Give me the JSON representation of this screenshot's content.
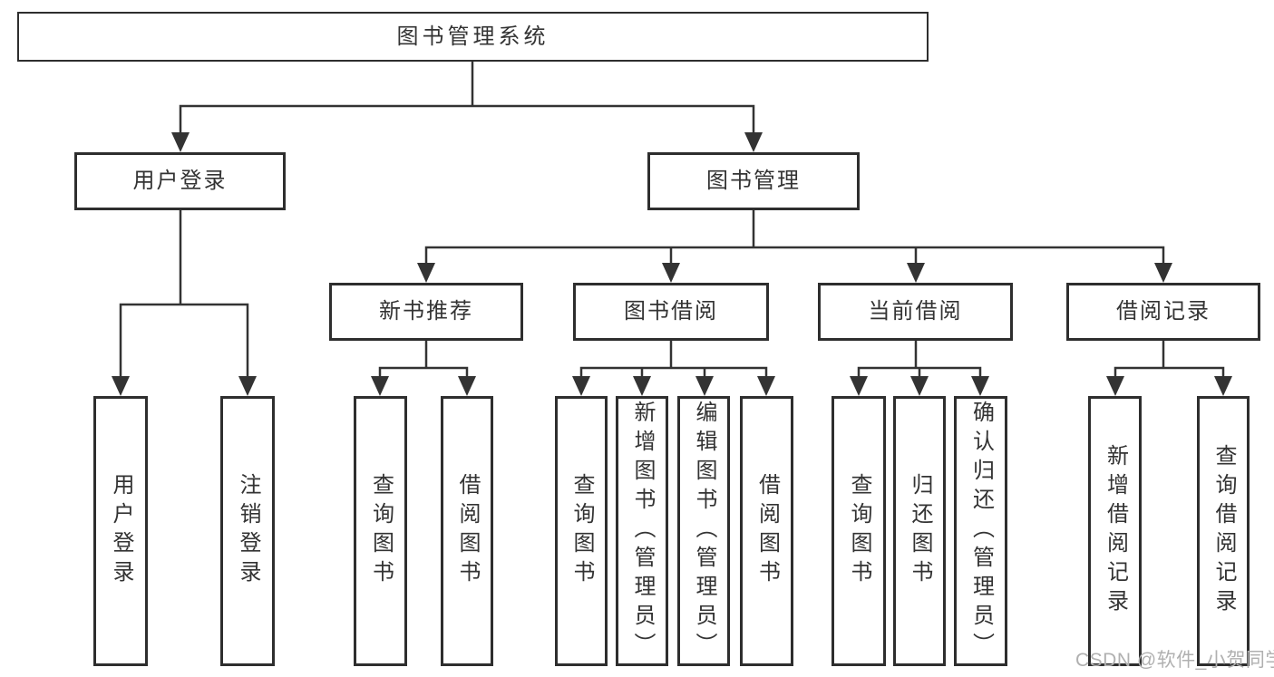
{
  "colors": {
    "line": "#333333",
    "box_border": "#2e2e2e",
    "box_fill": "#ffffff",
    "text": "#333333",
    "watermark": "#b0b0b0"
  },
  "watermark": {
    "text": "CSDN @软件_小贺同学"
  },
  "diagram": {
    "root_label": "图书管理系统",
    "branches": [
      {
        "label": "用户登录",
        "children": [
          {
            "label": "用户登录"
          },
          {
            "label": "注销登录"
          }
        ]
      },
      {
        "label": "图书管理",
        "children": [
          {
            "label": "新书推荐",
            "children": [
              {
                "label": "查询图书"
              },
              {
                "label": "借阅图书"
              }
            ]
          },
          {
            "label": "图书借阅",
            "children": [
              {
                "label": "查询图书"
              },
              {
                "label": "新增图书（管理员）"
              },
              {
                "label": "编辑图书（管理员）"
              },
              {
                "label": "借阅图书"
              }
            ]
          },
          {
            "label": "当前借阅",
            "children": [
              {
                "label": "查询图书"
              },
              {
                "label": "归还图书"
              },
              {
                "label": "确认归还（管理员）"
              }
            ]
          },
          {
            "label": "借阅记录",
            "children": [
              {
                "label": "新增借阅记录"
              },
              {
                "label": "查询借阅记录"
              }
            ]
          }
        ]
      }
    ]
  }
}
